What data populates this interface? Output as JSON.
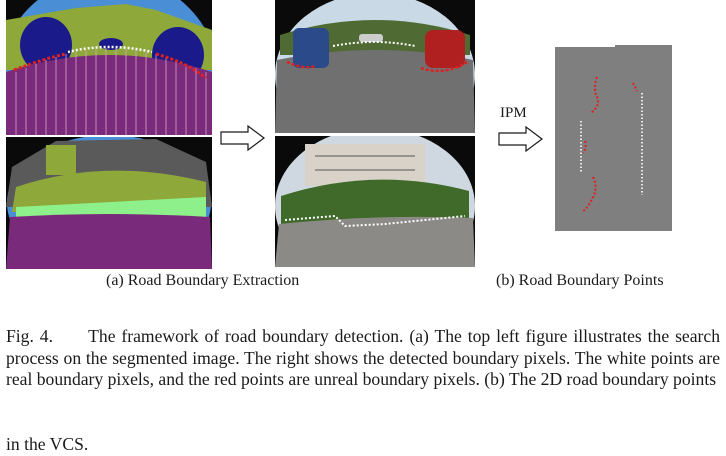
{
  "figure": {
    "ipm_label": "IPM",
    "subcaption_a": "(a) Road Boundary Extraction",
    "subcaption_b": "(b) Road Boundary Points",
    "caption_body": "Fig. 4.  The framework of road boundary detection. (a) The top left figure illustrates the search process on the segmented image. The right shows the detected boundary pixels. The white points are real boundary pixels, and the red points are unreal boundary pixels. (b) The 2D road boundary points",
    "caption_last": "in the VCS."
  },
  "colors": {
    "sky": "#4a8fd6",
    "vegetation": "#8ea83a",
    "car": "#1a1a8a",
    "road": "#7a2a7a",
    "sidewalk": "#8ef08a",
    "building": "#5a5a5a",
    "real_boundary": "#ffffff",
    "unreal_boundary": "#e02020",
    "ipm_background": "#7f7f7f"
  }
}
